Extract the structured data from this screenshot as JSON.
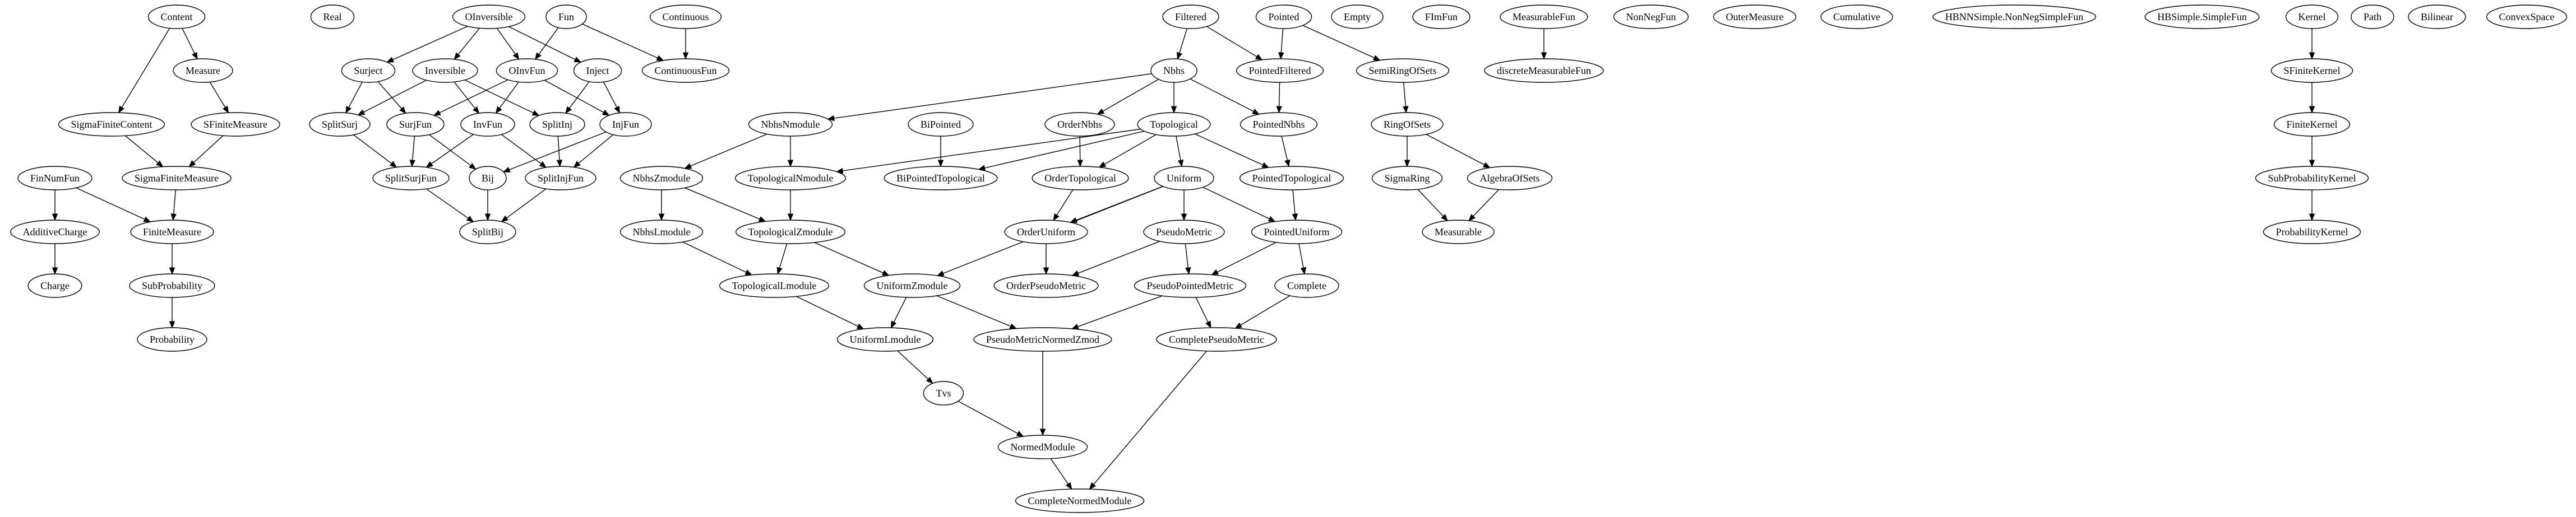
{
  "diagram": {
    "type": "directed-graph",
    "nodes": [
      {
        "id": "Content",
        "label": "Content",
        "rank": 0
      },
      {
        "id": "Real",
        "label": "Real",
        "rank": 0
      },
      {
        "id": "OInversible",
        "label": "OInversible",
        "rank": 0
      },
      {
        "id": "Fun",
        "label": "Fun",
        "rank": 0
      },
      {
        "id": "Continuous",
        "label": "Continuous",
        "rank": 0
      },
      {
        "id": "Filtered",
        "label": "Filtered",
        "rank": 0
      },
      {
        "id": "Pointed",
        "label": "Pointed",
        "rank": 0
      },
      {
        "id": "Empty",
        "label": "Empty",
        "rank": 0
      },
      {
        "id": "FImFun",
        "label": "FImFun",
        "rank": 0
      },
      {
        "id": "MeasurableFun",
        "label": "MeasurableFun",
        "rank": 0
      },
      {
        "id": "NonNegFun",
        "label": "NonNegFun",
        "rank": 0
      },
      {
        "id": "OuterMeasure",
        "label": "OuterMeasure",
        "rank": 0
      },
      {
        "id": "Cumulative",
        "label": "Cumulative",
        "rank": 0
      },
      {
        "id": "HBNNSimple.NonNegSimpleFun",
        "label": "HBNNSimple.NonNegSimpleFun",
        "rank": 0
      },
      {
        "id": "HBSimple.SimpleFun",
        "label": "HBSimple.SimpleFun",
        "rank": 0
      },
      {
        "id": "Kernel",
        "label": "Kernel",
        "rank": 0
      },
      {
        "id": "Path",
        "label": "Path",
        "rank": 0
      },
      {
        "id": "Bilinear",
        "label": "Bilinear",
        "rank": 0
      },
      {
        "id": "ConvexSpace",
        "label": "ConvexSpace",
        "rank": 0
      },
      {
        "id": "Measure",
        "label": "Measure",
        "rank": 1
      },
      {
        "id": "Surject",
        "label": "Surject",
        "rank": 1
      },
      {
        "id": "Inversible",
        "label": "Inversible",
        "rank": 1
      },
      {
        "id": "OInvFun",
        "label": "OInvFun",
        "rank": 1
      },
      {
        "id": "Inject",
        "label": "Inject",
        "rank": 1
      },
      {
        "id": "ContinuousFun",
        "label": "ContinuousFun",
        "rank": 1
      },
      {
        "id": "Nbhs",
        "label": "Nbhs",
        "rank": 1
      },
      {
        "id": "PointedFiltered",
        "label": "PointedFiltered",
        "rank": 1
      },
      {
        "id": "SemiRingOfSets",
        "label": "SemiRingOfSets",
        "rank": 1
      },
      {
        "id": "discreteMeasurableFun",
        "label": "discreteMeasurableFun",
        "rank": 1
      },
      {
        "id": "SFiniteKernel",
        "label": "SFiniteKernel",
        "rank": 1
      },
      {
        "id": "SigmaFiniteContent",
        "label": "SigmaFiniteContent",
        "rank": 2
      },
      {
        "id": "SFiniteMeasure",
        "label": "SFiniteMeasure",
        "rank": 2
      },
      {
        "id": "SplitSurj",
        "label": "SplitSurj",
        "rank": 2
      },
      {
        "id": "SurjFun",
        "label": "SurjFun",
        "rank": 2
      },
      {
        "id": "InvFun",
        "label": "InvFun",
        "rank": 2
      },
      {
        "id": "SplitInj",
        "label": "SplitInj",
        "rank": 2
      },
      {
        "id": "InjFun",
        "label": "InjFun",
        "rank": 2
      },
      {
        "id": "NbhsNmodule",
        "label": "NbhsNmodule",
        "rank": 2
      },
      {
        "id": "BiPointed",
        "label": "BiPointed",
        "rank": 2
      },
      {
        "id": "OrderNbhs",
        "label": "OrderNbhs",
        "rank": 2
      },
      {
        "id": "Topological",
        "label": "Topological",
        "rank": 2
      },
      {
        "id": "PointedNbhs",
        "label": "PointedNbhs",
        "rank": 2
      },
      {
        "id": "RingOfSets",
        "label": "RingOfSets",
        "rank": 2
      },
      {
        "id": "FiniteKernel",
        "label": "FiniteKernel",
        "rank": 2
      },
      {
        "id": "FinNumFun",
        "label": "FinNumFun",
        "rank": 3
      },
      {
        "id": "SigmaFiniteMeasure",
        "label": "SigmaFiniteMeasure",
        "rank": 3
      },
      {
        "id": "SplitSurjFun",
        "label": "SplitSurjFun",
        "rank": 3
      },
      {
        "id": "Bij",
        "label": "Bij",
        "rank": 3
      },
      {
        "id": "SplitInjFun",
        "label": "SplitInjFun",
        "rank": 3
      },
      {
        "id": "NbhsZmodule",
        "label": "NbhsZmodule",
        "rank": 3
      },
      {
        "id": "TopologicalNmodule",
        "label": "TopologicalNmodule",
        "rank": 3
      },
      {
        "id": "BiPointedTopological",
        "label": "BiPointedTopological",
        "rank": 3
      },
      {
        "id": "OrderTopological",
        "label": "OrderTopological",
        "rank": 3
      },
      {
        "id": "Uniform",
        "label": "Uniform",
        "rank": 3
      },
      {
        "id": "PointedTopological",
        "label": "PointedTopological",
        "rank": 3
      },
      {
        "id": "SigmaRing",
        "label": "SigmaRing",
        "rank": 3
      },
      {
        "id": "AlgebraOfSets",
        "label": "AlgebraOfSets",
        "rank": 3
      },
      {
        "id": "SubProbabilityKernel",
        "label": "SubProbabilityKernel",
        "rank": 3
      },
      {
        "id": "AdditiveCharge",
        "label": "AdditiveCharge",
        "rank": 4
      },
      {
        "id": "FiniteMeasure",
        "label": "FiniteMeasure",
        "rank": 4
      },
      {
        "id": "SplitBij",
        "label": "SplitBij",
        "rank": 4
      },
      {
        "id": "NbhsLmodule",
        "label": "NbhsLmodule",
        "rank": 4
      },
      {
        "id": "TopologicalZmodule",
        "label": "TopologicalZmodule",
        "rank": 4
      },
      {
        "id": "OrderUniform",
        "label": "OrderUniform",
        "rank": 4
      },
      {
        "id": "PseudoMetric",
        "label": "PseudoMetric",
        "rank": 4
      },
      {
        "id": "PointedUniform",
        "label": "PointedUniform",
        "rank": 4
      },
      {
        "id": "Measurable",
        "label": "Measurable",
        "rank": 4
      },
      {
        "id": "ProbabilityKernel",
        "label": "ProbabilityKernel",
        "rank": 4
      },
      {
        "id": "Charge",
        "label": "Charge",
        "rank": 5
      },
      {
        "id": "SubProbability",
        "label": "SubProbability",
        "rank": 5
      },
      {
        "id": "TopologicalLmodule",
        "label": "TopologicalLmodule",
        "rank": 5
      },
      {
        "id": "UniformZmodule",
        "label": "UniformZmodule",
        "rank": 5
      },
      {
        "id": "OrderPseudoMetric",
        "label": "OrderPseudoMetric",
        "rank": 5
      },
      {
        "id": "PseudoPointedMetric",
        "label": "PseudoPointedMetric",
        "rank": 5
      },
      {
        "id": "Complete",
        "label": "Complete",
        "rank": 5
      },
      {
        "id": "Probability",
        "label": "Probability",
        "rank": 6
      },
      {
        "id": "UniformLmodule",
        "label": "UniformLmodule",
        "rank": 6
      },
      {
        "id": "PseudoMetricNormedZmod",
        "label": "PseudoMetricNormedZmod",
        "rank": 6
      },
      {
        "id": "CompletePseudoMetric",
        "label": "CompletePseudoMetric",
        "rank": 6
      },
      {
        "id": "Tvs",
        "label": "Tvs",
        "rank": 7
      },
      {
        "id": "NormedModule",
        "label": "NormedModule",
        "rank": 8
      },
      {
        "id": "CompleteNormedModule",
        "label": "CompleteNormedModule",
        "rank": 9
      }
    ],
    "edges": [
      [
        "Content",
        "Measure"
      ],
      [
        "Content",
        "SigmaFiniteContent"
      ],
      [
        "Measure",
        "SFiniteMeasure"
      ],
      [
        "SigmaFiniteContent",
        "SigmaFiniteMeasure"
      ],
      [
        "SFiniteMeasure",
        "SigmaFiniteMeasure"
      ],
      [
        "SigmaFiniteMeasure",
        "FiniteMeasure"
      ],
      [
        "FinNumFun",
        "FiniteMeasure"
      ],
      [
        "FinNumFun",
        "AdditiveCharge"
      ],
      [
        "AdditiveCharge",
        "Charge"
      ],
      [
        "FiniteMeasure",
        "SubProbability"
      ],
      [
        "SubProbability",
        "Probability"
      ],
      [
        "OInversible",
        "Surject"
      ],
      [
        "OInversible",
        "Inversible"
      ],
      [
        "OInversible",
        "OInvFun"
      ],
      [
        "OInversible",
        "Inject"
      ],
      [
        "Fun",
        "OInvFun"
      ],
      [
        "Fun",
        "ContinuousFun"
      ],
      [
        "Continuous",
        "ContinuousFun"
      ],
      [
        "Surject",
        "SplitSurj"
      ],
      [
        "Surject",
        "SurjFun"
      ],
      [
        "Inversible",
        "SplitSurj"
      ],
      [
        "Inversible",
        "InvFun"
      ],
      [
        "Inversible",
        "SplitInj"
      ],
      [
        "OInvFun",
        "SurjFun"
      ],
      [
        "OInvFun",
        "InvFun"
      ],
      [
        "OInvFun",
        "InjFun"
      ],
      [
        "Inject",
        "SplitInj"
      ],
      [
        "Inject",
        "InjFun"
      ],
      [
        "SplitSurj",
        "SplitSurjFun"
      ],
      [
        "SurjFun",
        "SplitSurjFun"
      ],
      [
        "SurjFun",
        "Bij"
      ],
      [
        "InvFun",
        "SplitSurjFun"
      ],
      [
        "InvFun",
        "SplitInjFun"
      ],
      [
        "SplitInj",
        "SplitInjFun"
      ],
      [
        "InjFun",
        "Bij"
      ],
      [
        "InjFun",
        "SplitInjFun"
      ],
      [
        "SplitSurjFun",
        "SplitBij"
      ],
      [
        "Bij",
        "SplitBij"
      ],
      [
        "SplitInjFun",
        "SplitBij"
      ],
      [
        "Filtered",
        "Nbhs"
      ],
      [
        "Filtered",
        "PointedFiltered"
      ],
      [
        "Pointed",
        "PointedFiltered"
      ],
      [
        "Pointed",
        "SemiRingOfSets"
      ],
      [
        "Nbhs",
        "NbhsNmodule"
      ],
      [
        "Nbhs",
        "OrderNbhs"
      ],
      [
        "Nbhs",
        "Topological"
      ],
      [
        "Nbhs",
        "PointedNbhs"
      ],
      [
        "PointedFiltered",
        "PointedNbhs"
      ],
      [
        "NbhsNmodule",
        "NbhsZmodule"
      ],
      [
        "NbhsNmodule",
        "TopologicalNmodule"
      ],
      [
        "BiPointed",
        "BiPointedTopological"
      ],
      [
        "OrderNbhs",
        "OrderTopological"
      ],
      [
        "Topological",
        "TopologicalNmodule"
      ],
      [
        "Topological",
        "BiPointedTopological"
      ],
      [
        "Topological",
        "OrderTopological"
      ],
      [
        "Topological",
        "Uniform"
      ],
      [
        "Topological",
        "PointedTopological"
      ],
      [
        "PointedNbhs",
        "PointedTopological"
      ],
      [
        "NbhsZmodule",
        "NbhsLmodule"
      ],
      [
        "NbhsZmodule",
        "TopologicalZmodule"
      ],
      [
        "TopologicalNmodule",
        "TopologicalZmodule"
      ],
      [
        "OrderTopological",
        "OrderUniform"
      ],
      [
        "Uniform",
        "OrderUniform"
      ],
      [
        "Uniform",
        "UniformZmodule"
      ],
      [
        "Uniform",
        "PseudoMetric"
      ],
      [
        "Uniform",
        "PointedUniform"
      ],
      [
        "PointedTopological",
        "PointedUniform"
      ],
      [
        "NbhsLmodule",
        "TopologicalLmodule"
      ],
      [
        "TopologicalZmodule",
        "TopologicalLmodule"
      ],
      [
        "TopologicalZmodule",
        "UniformZmodule"
      ],
      [
        "OrderUniform",
        "OrderPseudoMetric"
      ],
      [
        "PseudoMetric",
        "OrderPseudoMetric"
      ],
      [
        "PseudoMetric",
        "PseudoPointedMetric"
      ],
      [
        "PointedUniform",
        "PseudoPointedMetric"
      ],
      [
        "PointedUniform",
        "Complete"
      ],
      [
        "TopologicalLmodule",
        "UniformLmodule"
      ],
      [
        "UniformZmodule",
        "UniformLmodule"
      ],
      [
        "UniformZmodule",
        "PseudoMetricNormedZmod"
      ],
      [
        "PseudoPointedMetric",
        "PseudoMetricNormedZmod"
      ],
      [
        "PseudoPointedMetric",
        "CompletePseudoMetric"
      ],
      [
        "Complete",
        "CompletePseudoMetric"
      ],
      [
        "UniformLmodule",
        "Tvs"
      ],
      [
        "Tvs",
        "NormedModule"
      ],
      [
        "PseudoMetricNormedZmod",
        "NormedModule"
      ],
      [
        "NormedModule",
        "CompleteNormedModule"
      ],
      [
        "CompletePseudoMetric",
        "CompleteNormedModule"
      ],
      [
        "SemiRingOfSets",
        "RingOfSets"
      ],
      [
        "RingOfSets",
        "SigmaRing"
      ],
      [
        "RingOfSets",
        "AlgebraOfSets"
      ],
      [
        "SigmaRing",
        "Measurable"
      ],
      [
        "AlgebraOfSets",
        "Measurable"
      ],
      [
        "MeasurableFun",
        "discreteMeasurableFun"
      ],
      [
        "Kernel",
        "SFiniteKernel"
      ],
      [
        "SFiniteKernel",
        "FiniteKernel"
      ],
      [
        "FiniteKernel",
        "SubProbabilityKernel"
      ],
      [
        "SubProbabilityKernel",
        "ProbabilityKernel"
      ]
    ]
  }
}
